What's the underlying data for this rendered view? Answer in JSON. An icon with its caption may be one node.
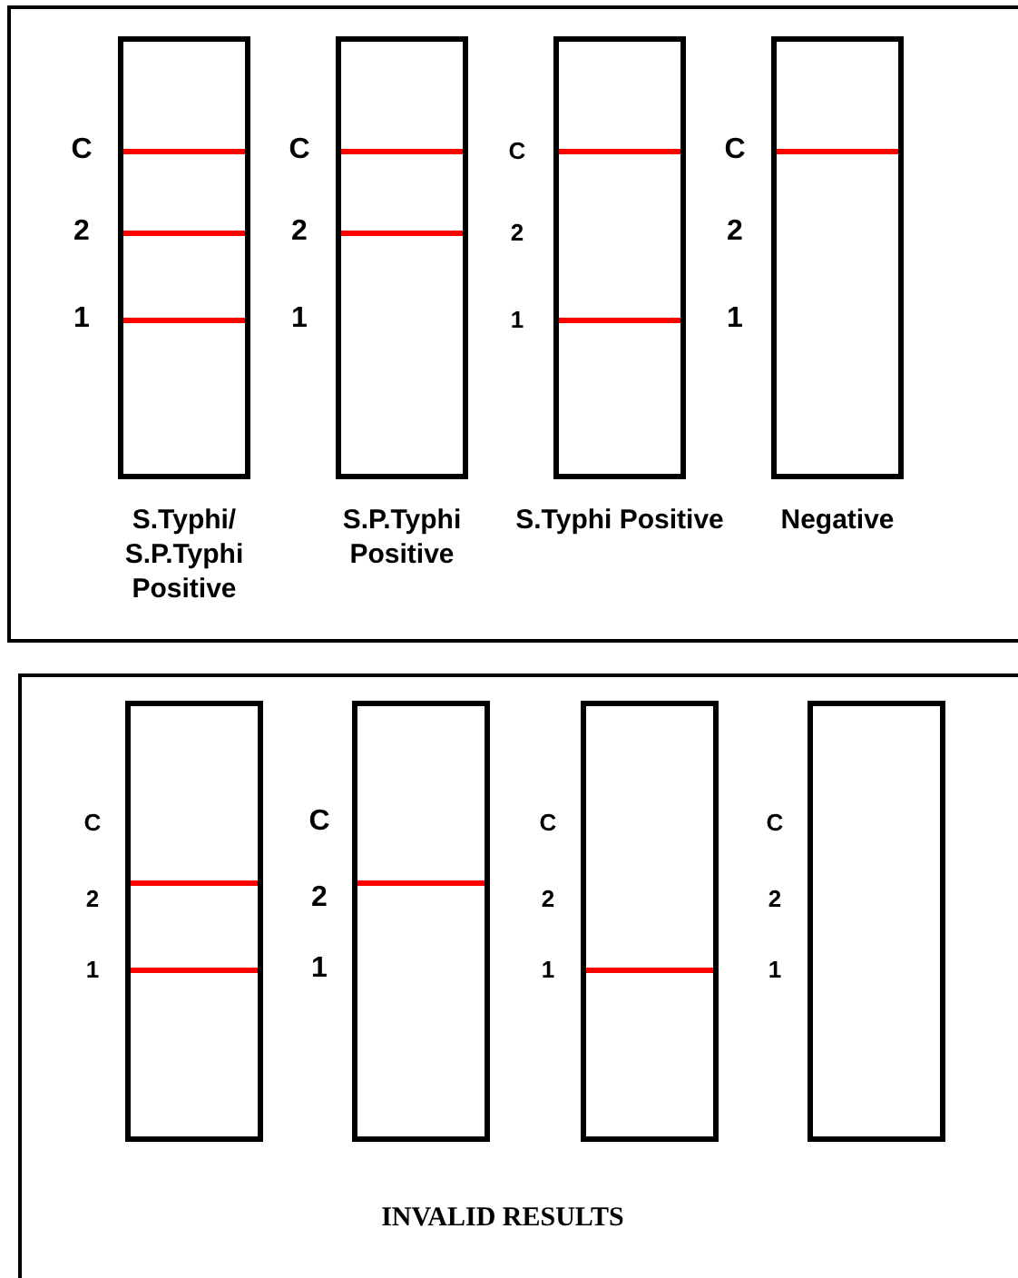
{
  "diagram": {
    "labels": [
      "C",
      "C",
      "C",
      "C",
      "2",
      "2",
      "2",
      "2",
      "1",
      "1",
      "1",
      "1",
      "S.Typhi/ S.P.Typhi Positive",
      "S.P.Typhi Positive",
      "S.Typhi Positive",
      "Negative",
      "C",
      "C",
      "C",
      "C",
      "2",
      "2",
      "2",
      "2",
      "1",
      "1",
      "1",
      "1",
      "INVALID RESULTS"
    ]
  }
}
